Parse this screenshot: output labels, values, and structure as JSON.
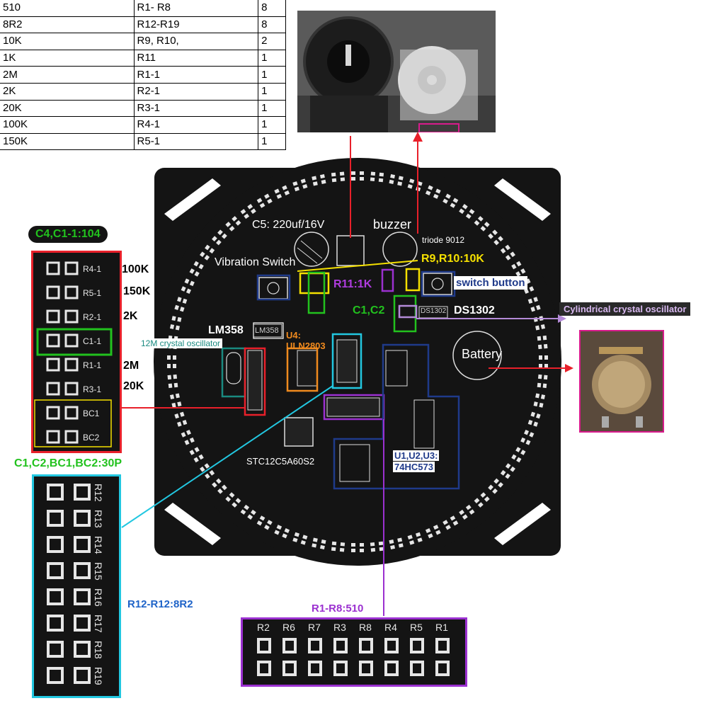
{
  "bom_table": {
    "rows": [
      [
        "510",
        "R1- R8",
        "8"
      ],
      [
        "8R2",
        "R12-R19",
        "8"
      ],
      [
        "10K",
        "R9, R10,",
        "2"
      ],
      [
        "1K",
        "R11",
        "1"
      ],
      [
        "2M",
        "R1-1",
        "1"
      ],
      [
        "2K",
        "R2-1",
        "1"
      ],
      [
        "20K",
        "R3-1",
        "1"
      ],
      [
        "100K",
        "R4-1",
        "1"
      ],
      [
        "150K",
        "R5-1",
        "1"
      ]
    ]
  },
  "board": {
    "c5": "C5: 220uf/16V",
    "buzzer": "buzzer",
    "triode": "triode 9012",
    "vibration_switch": "Vibration Switch",
    "r9_r10": "R9,R10:10K",
    "r11": "R11:1K",
    "switch_button": "switch button",
    "c1_c2": "C1,C2",
    "ds1302": "DS1302",
    "ds1302_silk": "DS1302",
    "lm358": "LM358",
    "lm358_silk": "LM358",
    "u4": "U4:",
    "uln2803": "ULN2803",
    "crystal_12m": "12M crystal oscillator",
    "battery": "Battery",
    "mcu": "STC12C5A60S2",
    "u123_line1": "U1,U2,U3:",
    "u123_line2": "74HC573"
  },
  "left_panel": {
    "header": "C4,C1-1:104",
    "components": [
      "R4-1",
      "R5-1",
      "R2-1",
      "C1-1",
      "R1-1",
      "R3-1",
      "BC1",
      "BC2"
    ],
    "values": [
      "100K",
      "150K",
      "2K",
      "2M",
      "20K"
    ],
    "footer": "C1,C2,BC1,BC2:30P"
  },
  "r12_panel": {
    "labels": [
      "R12",
      "R13",
      "R14",
      "R15",
      "R16",
      "R17",
      "R18",
      "R19"
    ],
    "caption": "R12-R12:8R2"
  },
  "r1_panel": {
    "caption": "R1-R8:510",
    "labels": [
      "R2",
      "R6",
      "R7",
      "R3",
      "R8",
      "R4",
      "R5",
      "R1"
    ]
  },
  "callouts": {
    "cylindrical": "Cylindrical crystal oscillator"
  },
  "colors": {
    "red": "#e8202a",
    "yellow": "#f5e000",
    "green": "#22c21e",
    "purple": "#9b30d0",
    "magenta": "#d81b8c",
    "cyan": "#22c7e0",
    "navy": "#1f3a8a",
    "orange": "#f08a1e",
    "teal": "#1a8a80",
    "blue_caption": "#1e63c8",
    "board": "#141414"
  }
}
